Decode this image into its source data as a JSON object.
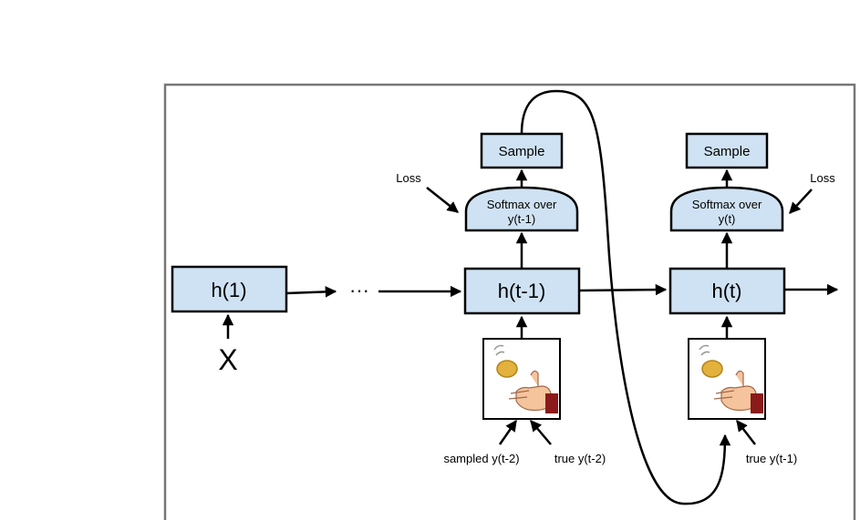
{
  "nodes": {
    "h1": "h(1)",
    "ellipsis": "···",
    "h_prev": "h(t-1)",
    "h_t": "h(t)",
    "input_x": "X",
    "sample_left": "Sample",
    "sample_right": "Sample",
    "softmax_left": {
      "line1": "Softmax over",
      "line2": "y(t-1)"
    },
    "softmax_right": {
      "line1": "Softmax over",
      "line2": "y(t)"
    },
    "loss_left": "Loss",
    "loss_right": "Loss"
  },
  "inputs": {
    "sampled_prev": "sampled y(t-2)",
    "true_prev": "true y(t-2)",
    "true_curr": "true y(t-1)"
  },
  "colors": {
    "box_fill": "#cfe2f3",
    "frame_stroke": "#777777",
    "coin": "#e3b23c",
    "hand": "#f5c49c",
    "sleeve": "#8b1a1a"
  },
  "icons": [
    "coin-flip-icon",
    "coin-flip-icon"
  ]
}
